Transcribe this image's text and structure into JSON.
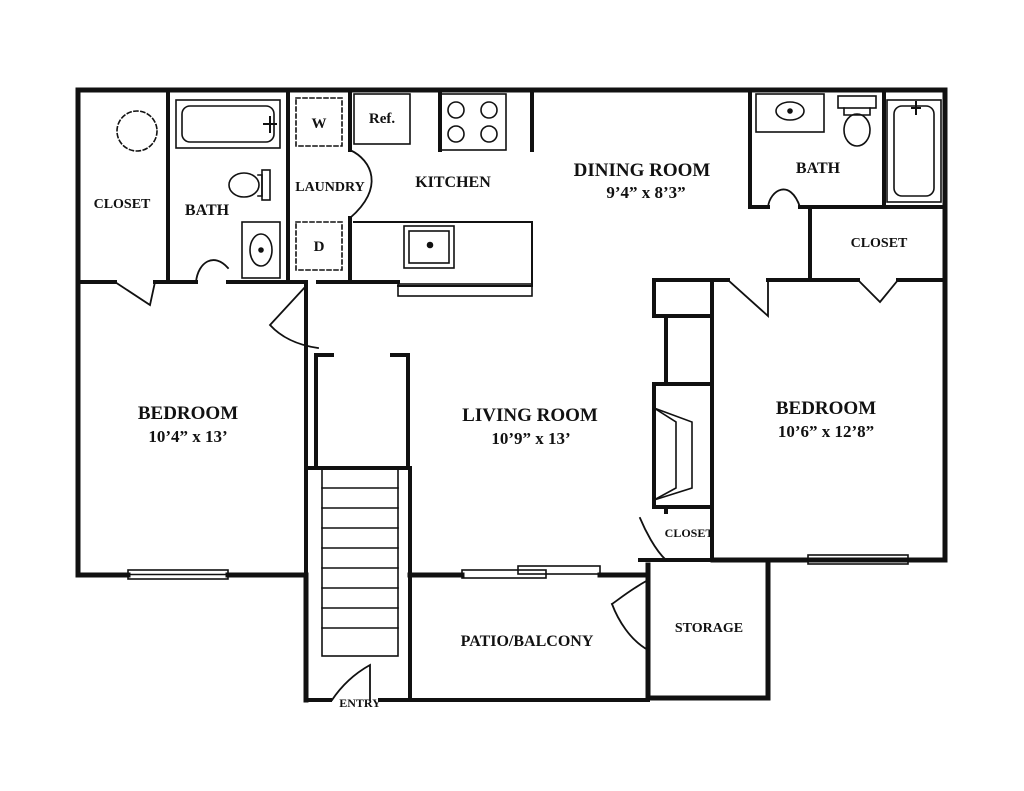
{
  "rooms": {
    "closet_left": "CLOSET",
    "bath_left": "BATH",
    "laundry": "LAUNDRY",
    "kitchen": "KITCHEN",
    "dining_room": {
      "name": "DINING ROOM",
      "size": "9’4” x 8’3”"
    },
    "bath_right": "BATH",
    "closet_right": "CLOSET",
    "bedroom_left": {
      "name": "BEDROOM",
      "size": "10’4” x 13’"
    },
    "living_room": {
      "name": "LIVING ROOM",
      "size": "10’9” x 13’"
    },
    "bedroom_right": {
      "name": "BEDROOM",
      "size": "10’6” x 12’8”"
    },
    "closet_small": "CLOSET",
    "storage": "STORAGE",
    "patio": "PATIO/BALCONY",
    "entry": "ENTRY"
  },
  "fixtures": {
    "washer": "W",
    "dryer": "D",
    "refrigerator": "Ref."
  },
  "colors": {
    "wall": "#111111",
    "background": "#ffffff"
  }
}
